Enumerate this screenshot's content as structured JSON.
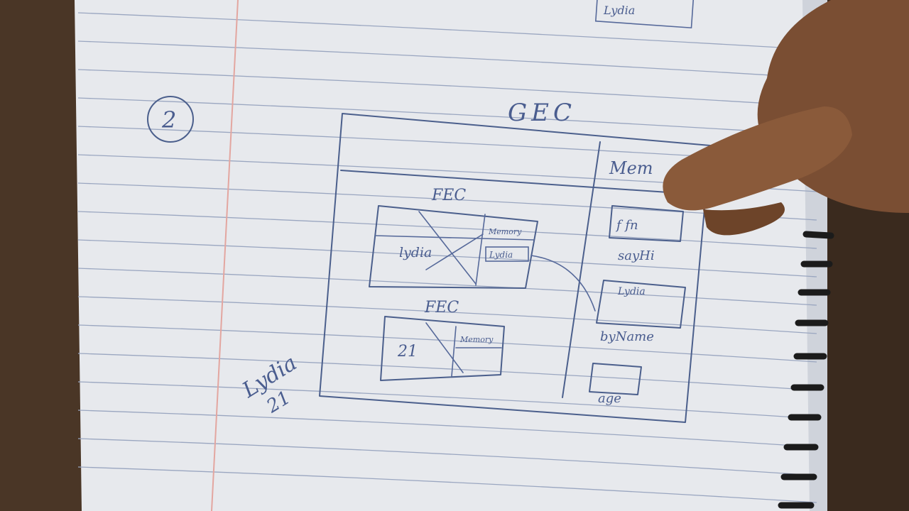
{
  "photo": {
    "subject": "photo of a hand-drawn diagram on lined notebook paper",
    "colors": {
      "background_wood": "#4a3626",
      "paper": "#e7e9ed",
      "ruled_lines": "#9aa6c0",
      "margin_line": "#e3a6a0",
      "ink": "#4b5f8c",
      "spiral_binding": "#1b1b1b",
      "finger": "#8a5a3a"
    }
  },
  "diagram": {
    "circled_number": "2",
    "top_label": "GEC",
    "left_section": {
      "frame_1_label": "FEC",
      "frame_1_cell_text": "lydia",
      "frame_1_ref_1": "Memory",
      "frame_1_ref_2": "Lydia",
      "frame_2_label": "FEC",
      "frame_2_cell_text": "21",
      "frame_2_ref": "Memory"
    },
    "memory_section": {
      "header": "Mem",
      "box_1_text": "f fn",
      "box_1_label": "sayHi",
      "box_2_text": "Lydia",
      "box_2_label": "byName",
      "box_3_label": "age"
    },
    "margin_notes": {
      "name": "Lydia",
      "number": "21"
    },
    "top_scribble": "Lydia"
  }
}
